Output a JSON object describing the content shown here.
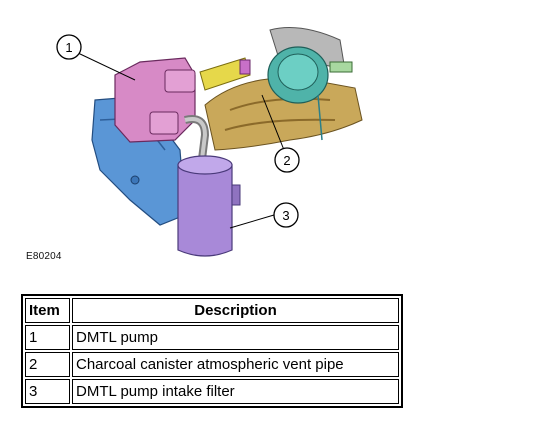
{
  "figure": {
    "callouts": [
      "1",
      "2",
      "3"
    ],
    "code": "E80204"
  },
  "table": {
    "headers": {
      "item": "Item",
      "description": "Description"
    },
    "rows": [
      {
        "item": "1",
        "description": "DMTL pump"
      },
      {
        "item": "2",
        "description": "Charcoal canister atmospheric vent pipe"
      },
      {
        "item": "3",
        "description": "DMTL pump intake filter"
      }
    ]
  }
}
